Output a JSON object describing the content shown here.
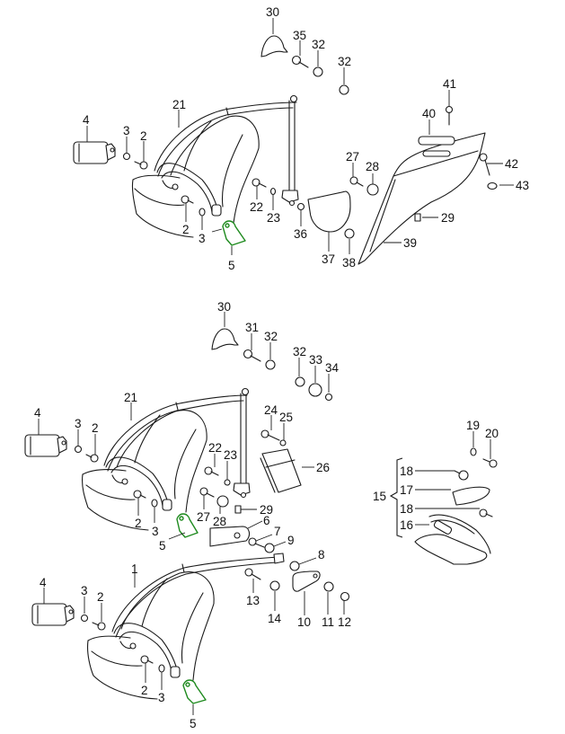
{
  "diagram": {
    "type": "exploded-parts-diagram",
    "subject": "seat belt assemblies",
    "highlight_color": "#1e8a1e",
    "highlighted_part": "5",
    "sections": [
      {
        "name": "upper-assembly",
        "labels": [
          "30",
          "35",
          "32",
          "32",
          "21",
          "4",
          "3",
          "2",
          "2",
          "3",
          "5",
          "22",
          "23",
          "36",
          "37",
          "38",
          "27",
          "28",
          "29",
          "39",
          "40",
          "41",
          "42",
          "43"
        ]
      },
      {
        "name": "middle-assembly",
        "labels": [
          "30",
          "31",
          "32",
          "32",
          "33",
          "34",
          "21",
          "4",
          "3",
          "2",
          "2",
          "3",
          "5",
          "24",
          "25",
          "22",
          "23",
          "26",
          "27",
          "28",
          "29",
          "6",
          "7",
          "9"
        ]
      },
      {
        "name": "kit-group",
        "group_label": "15",
        "labels": [
          "19",
          "20",
          "18",
          "17",
          "18",
          "16"
        ]
      },
      {
        "name": "lower-assembly",
        "labels": [
          "1",
          "4",
          "3",
          "2",
          "2",
          "3",
          "5",
          "8",
          "13",
          "14",
          "10",
          "11",
          "12"
        ]
      }
    ]
  },
  "labels": {
    "u30": "30",
    "u35": "35",
    "u32a": "32",
    "u32b": "32",
    "u21": "21",
    "u4": "4",
    "u3a": "3",
    "u2a": "2",
    "u2b": "2",
    "u3b": "3",
    "u5": "5",
    "u22": "22",
    "u23": "23",
    "u36": "36",
    "u37": "37",
    "u38": "38",
    "u27": "27",
    "u28": "28",
    "u29": "29",
    "u39": "39",
    "u40": "40",
    "u41": "41",
    "u42": "42",
    "u43": "43",
    "m30": "30",
    "m31": "31",
    "m32a": "32",
    "m32b": "32",
    "m33": "33",
    "m34": "34",
    "m21": "21",
    "m4": "4",
    "m3a": "3",
    "m2a": "2",
    "m2b": "2",
    "m3b": "3",
    "m5": "5",
    "m24": "24",
    "m25": "25",
    "m22": "22",
    "m23": "23",
    "m26": "26",
    "m27": "27",
    "m28": "28",
    "m29": "29",
    "m6": "6",
    "m7": "7",
    "m9": "9",
    "k19": "19",
    "k20": "20",
    "k18a": "18",
    "k17": "17",
    "k18b": "18",
    "k16": "16",
    "k15": "15",
    "l1": "1",
    "l4": "4",
    "l3a": "3",
    "l2a": "2",
    "l2b": "2",
    "l3b": "3",
    "l5": "5",
    "l8": "8",
    "l13": "13",
    "l14": "14",
    "l10": "10",
    "l11": "11",
    "l12": "12"
  }
}
